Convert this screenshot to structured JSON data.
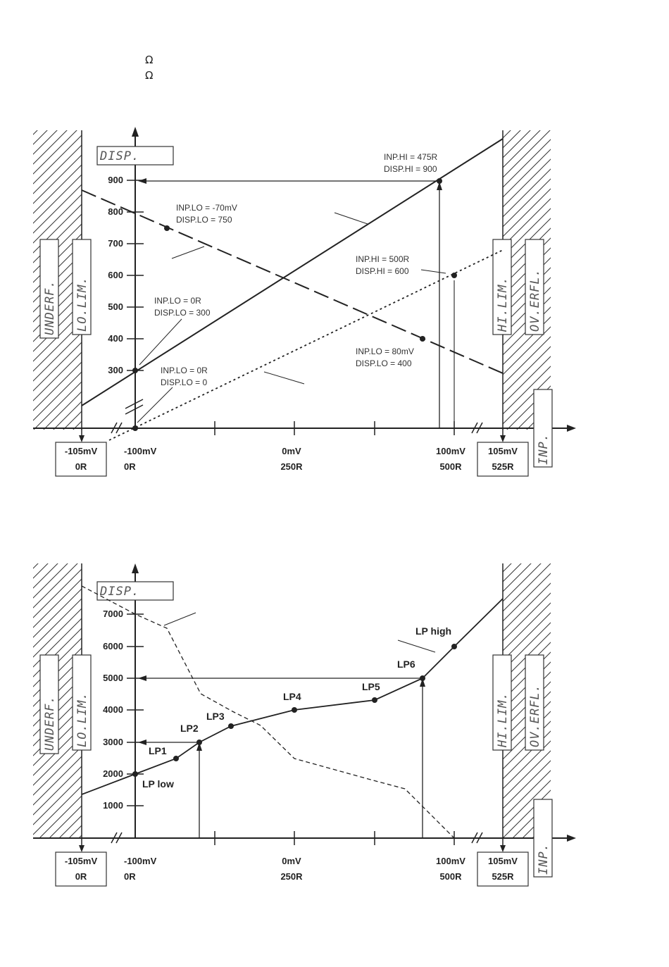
{
  "header": {
    "omega_1": "Ω",
    "omega_2": "Ω"
  },
  "colors": {
    "ink": "#222222",
    "hatch": "#333333"
  },
  "figure1": {
    "labels": {
      "disp": "DISP.",
      "inp": "INP.",
      "underf": "UNDERF.",
      "lolim": "LO.LIM.",
      "hilim": "HI.LIM.",
      "overfl": "OV.ERFL."
    },
    "y_ticks": [
      "300",
      "400",
      "500",
      "600",
      "700",
      "800",
      "900"
    ],
    "x_labels": [
      {
        "mv": "-105mV",
        "r": "0R"
      },
      {
        "mv": "-100mV",
        "r": "0R"
      },
      {
        "mv": "0mV",
        "r": "250R"
      },
      {
        "mv": "100mV",
        "r": "500R"
      },
      {
        "mv": "105mV",
        "r": "525R"
      }
    ],
    "annotations": [
      {
        "l1": "INP.HI = 475R",
        "l2": "DISP.HI = 900"
      },
      {
        "l1": "INP.LO = -70mV",
        "l2": "DISP.LO = 750"
      },
      {
        "l1": "INP.HI = 500R",
        "l2": "DISP.HI = 600"
      },
      {
        "l1": "INP.LO = 0R",
        "l2": "DISP.LO = 300"
      },
      {
        "l1": "INP.LO = 0R",
        "l2": "DISP.LO = 0"
      },
      {
        "l1": "INP.LO = 80mV",
        "l2": "DISP.LO = 400"
      }
    ]
  },
  "figure2": {
    "labels": {
      "disp": "DISP.",
      "inp": "INP.",
      "underf": "UNDERF.",
      "lolim": "LO.LIM.",
      "hilim": "HI.LIM.",
      "overfl": "OV.ERFL."
    },
    "y_ticks": [
      "1000",
      "2000",
      "3000",
      "4000",
      "5000",
      "6000",
      "7000"
    ],
    "x_labels": [
      {
        "mv": "-105mV",
        "r": "0R"
      },
      {
        "mv": "-100mV",
        "r": "0R"
      },
      {
        "mv": "0mV",
        "r": "250R"
      },
      {
        "mv": "100mV",
        "r": "500R"
      },
      {
        "mv": "105mV",
        "r": "525R"
      }
    ],
    "points": [
      {
        "name": "LP low",
        "value": 2000
      },
      {
        "name": "LP1",
        "value": 2500
      },
      {
        "name": "LP2",
        "value": 3000
      },
      {
        "name": "LP3",
        "value": 3500
      },
      {
        "name": "LP4",
        "value": 4000
      },
      {
        "name": "LP5",
        "value": 4300
      },
      {
        "name": "LP6",
        "value": 5000
      },
      {
        "name": "LP high",
        "value": 6000
      }
    ]
  }
}
